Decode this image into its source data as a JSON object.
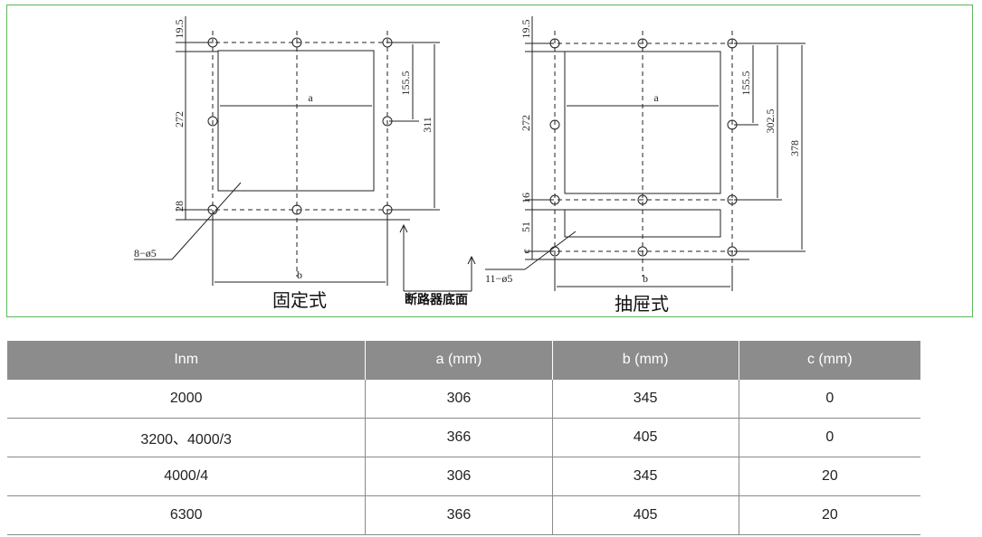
{
  "diagram": {
    "left_caption": "固定式",
    "center_caption": "断路器底面",
    "right_caption": "抽屉式",
    "left_dims": {
      "top_offset": "19.5",
      "height": "272",
      "bottom_offset": "28",
      "half_height": "155.5",
      "total_height": "311",
      "width_a": "a",
      "width_b": "b",
      "holes": "8−ø5"
    },
    "right_dims": {
      "top_offset": "19.5",
      "height": "272",
      "offset_16": "16",
      "offset_51": "51",
      "offset_c": "c",
      "half_height": "155.5",
      "height_302": "302.5",
      "total_height": "378",
      "width_a": "a",
      "width_b": "b",
      "holes": "11−ø5"
    }
  },
  "table": {
    "headers": [
      "Inm",
      "a (mm)",
      "b  (mm)",
      "c  (mm)"
    ],
    "rows": [
      [
        "2000",
        "306",
        "345",
        "0"
      ],
      [
        "3200、4000/3",
        "366",
        "405",
        "0"
      ],
      [
        "4000/4",
        "306",
        "345",
        "20"
      ],
      [
        "6300",
        "366",
        "405",
        "20"
      ]
    ]
  }
}
